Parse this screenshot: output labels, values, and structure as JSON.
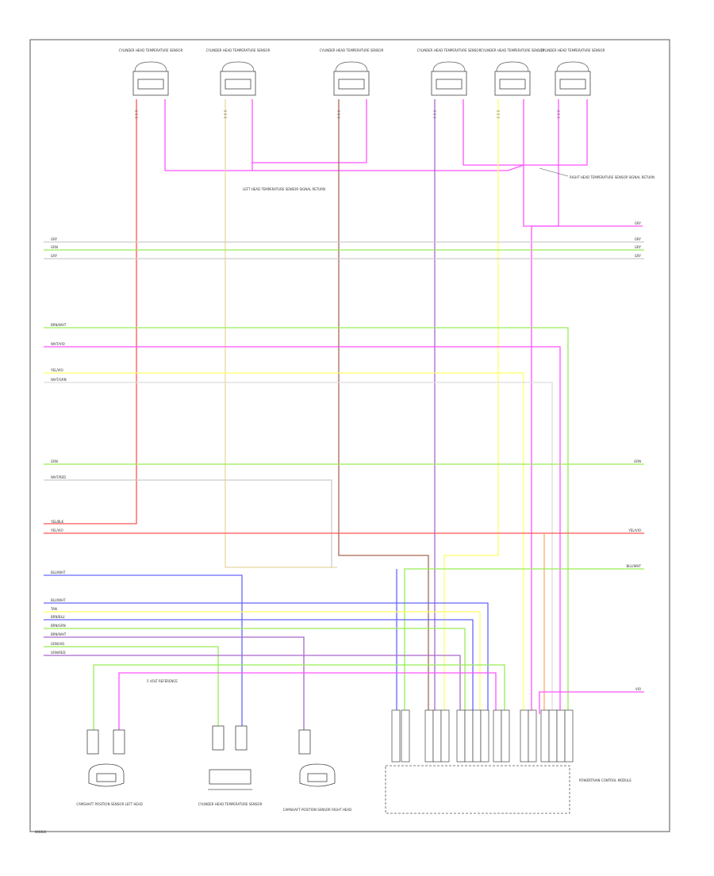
{
  "figure_id": "W4060",
  "wire_colors": {
    "pink": "#ff55ff",
    "green": "#99ee55",
    "yellow": "#ffff66",
    "orange": "#ffaa66",
    "blue": "#6666ff",
    "red": "#ff5555",
    "tan": "#e8d8a0",
    "purple": "#aa66cc",
    "brown": "#aa6655",
    "gray": "#cccccc",
    "black": "#555555"
  },
  "top_sensors": [
    {
      "label": "CYLINDER HEAD TEMPERATURE SENSOR",
      "kind": "upper"
    },
    {
      "label": "CYLINDER HEAD TEMPERATURE SENSOR",
      "kind": "upper"
    },
    {
      "label": "CYLINDER HEAD TEMPERATURE SENSOR",
      "kind": "upper"
    },
    {
      "label": "CYLINDER HEAD TEMPERATURE SENSOR",
      "kind": "lower"
    },
    {
      "label": "CYLINDER HEAD TEMPERATURE SENSOR",
      "kind": "lower"
    },
    {
      "label": "CYLINDER HEAD TEMPERATURE SENSOR",
      "kind": "lower"
    }
  ],
  "notes": {
    "upper_splice": "LEFT HEAD TEMPERATURE SENSOR SIGNAL RETURN",
    "right_splice": "RIGHT HEAD TEMPERATURE SENSOR SIGNAL RETURN"
  },
  "bus_labels": {
    "top": [
      "GRY",
      "GRN",
      "GRY"
    ],
    "mid1": "BRN/WHT",
    "mid2": "WHT/VIO",
    "mid3": [
      "YEL/VIO",
      "WHT/GRN"
    ],
    "mid4": "GRN",
    "mid5": "WHT/RED",
    "mid6": [
      "YEL/BLK",
      "YEL/VIO"
    ],
    "lower": [
      "BLU/WHT",
      "BLU/WHT",
      "TAN",
      "BRN/BLU",
      "BRN/GRN",
      "BRN/WHT",
      "GRN/VIO",
      "GRN/RED"
    ],
    "right": [
      "GRY",
      "GRY",
      "GRY",
      "GRY",
      "GRN",
      "YEL/VIO",
      "BLU/WHT",
      "VIO"
    ]
  },
  "bottom": {
    "left_sensor": "CAMSHAFT POSITION SENSOR LEFT HEAD",
    "mid_note": "5 VOLT REFERENCE",
    "center_sensor": "CYLINDER HEAD TEMPERATURE SENSOR",
    "right_sensor": "CAMSHAFT POSITION SENSOR RIGHT HEAD",
    "pcm_label": "POWERTRAIN CONTROL MODULE"
  }
}
